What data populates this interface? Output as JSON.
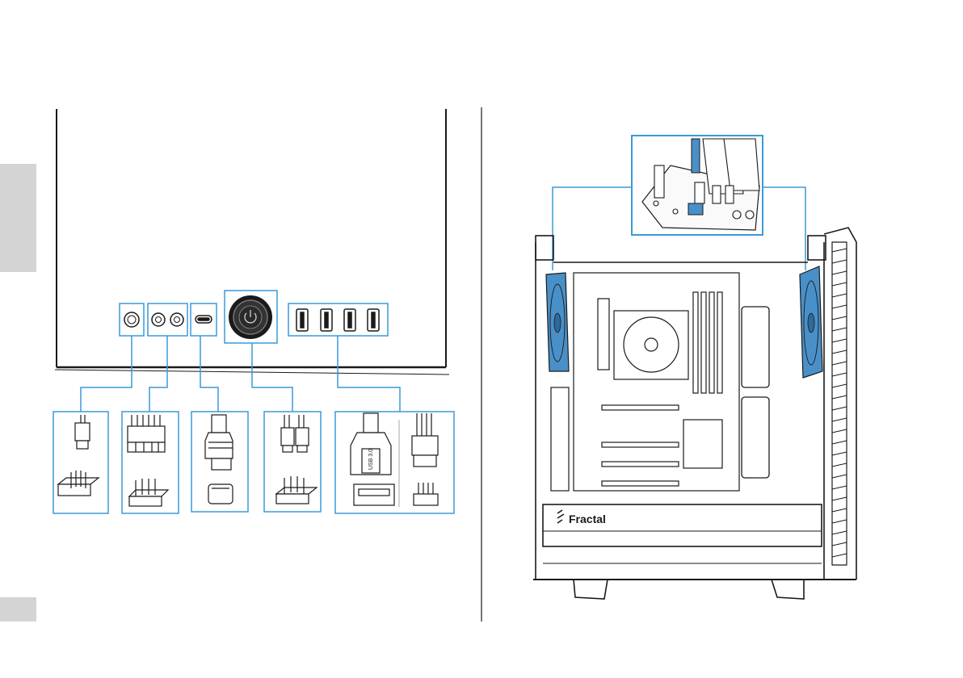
{
  "colors": {
    "accent": "#3a9ad9",
    "fan_blue": "#4a90c8",
    "line": "#1a1a1a",
    "tab_gray": "#d4d4d4"
  },
  "front_panel": {
    "ports": [
      {
        "name": "power-led-switch-header",
        "icon": "power-button-icon"
      },
      {
        "name": "hd-audio-jacks",
        "icon": "audio-jack-icon"
      },
      {
        "name": "usb-type-c-port",
        "icon": "usb-c-icon"
      },
      {
        "name": "power-button",
        "icon": "power-button-icon"
      },
      {
        "name": "usb-a-ports",
        "icon": "usb-a-icon"
      }
    ],
    "connectors": [
      {
        "name": "connector-power-switch"
      },
      {
        "name": "connector-hd-audio"
      },
      {
        "name": "connector-usb-c"
      },
      {
        "name": "connector-front-panel"
      },
      {
        "name": "connector-usb3-usb2",
        "usb_label": "USB 3.0"
      }
    ]
  },
  "case": {
    "brand_label": "Fractal"
  }
}
